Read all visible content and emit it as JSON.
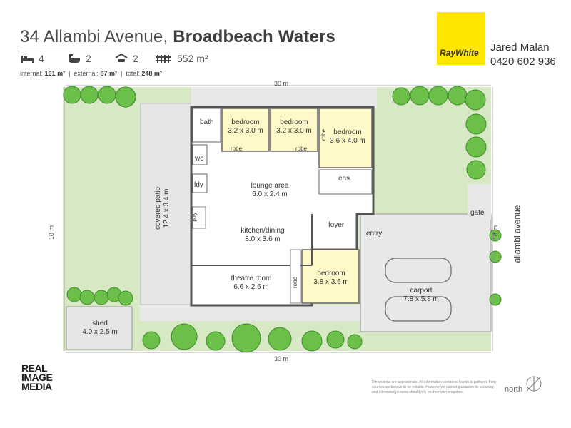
{
  "header": {
    "address_street": "34 Allambi Avenue,",
    "address_suburb": "Broadbeach Waters",
    "features": [
      {
        "icon": "bed-icon",
        "value": "4"
      },
      {
        "icon": "bath-icon",
        "value": "2"
      },
      {
        "icon": "car-icon",
        "value": "2"
      },
      {
        "icon": "fence-icon",
        "value": "552 m²"
      }
    ],
    "area_internal_label": "internal:",
    "area_internal_value": "161 m²",
    "area_external_label": "external:",
    "area_external_value": "87 m²",
    "area_total_label": "total:",
    "area_total_value": "248 m²"
  },
  "agency": {
    "brand": "RayWhite",
    "agent_name": "Jared Malan",
    "agent_phone": "0420 602 936",
    "brand_color": "#ffe600"
  },
  "plan": {
    "dim_top": "30 m",
    "dim_bottom": "30 m",
    "dim_left": "18 m",
    "dim_right": "18 m",
    "street": "allambi avenue",
    "rooms": {
      "bath": "bath",
      "bedroom1_name": "bedroom",
      "bedroom1_size": "3.2 x 3.0 m",
      "bedroom2_name": "bedroom",
      "bedroom2_size": "3.2 x 3.0 m",
      "bedroom3_name": "bedroom",
      "bedroom3_size": "3.6 x 4.0 m",
      "bedroom4_name": "bedroom",
      "bedroom4_size": "3.8 x 3.6 m",
      "robe1": "robe",
      "robe2": "robe",
      "robe3": "robe",
      "robe4": "robe",
      "wc": "wc",
      "ldy": "ldy",
      "ens": "ens",
      "ptry": "ptry",
      "lounge_name": "lounge area",
      "lounge_size": "6.0 x 2.4 m",
      "kitchen_name": "kitchen/dining",
      "kitchen_size": "8.0 x 3.6 m",
      "foyer": "foyer",
      "entry": "entry",
      "theatre_name": "theatre room",
      "theatre_size": "6.6 x 2.6 m",
      "patio_name": "covered patio",
      "patio_size": "12.4 x 3.4 m",
      "carport_name": "carport",
      "carport_size": "7.8 x 5.8 m",
      "shed_name": "shed",
      "shed_size": "4.0 x 2.5 m",
      "gate": "gate"
    },
    "colors": {
      "lawn": "#d3e6c0",
      "bedroom": "#fff8c8",
      "floor": "#ffffff",
      "paving": "#e6e6e6",
      "tree": "#6cc04a"
    }
  },
  "footer": {
    "logo_lines": [
      "REAL",
      "IMAGE",
      "MEDIA"
    ],
    "disclaimer": "Dimensions are approximate. All information contained herein is gathered from sources we believe to be reliable. However we cannot guarantee its accuracy and interested persons should rely on their own enquiries.",
    "north": "north"
  }
}
